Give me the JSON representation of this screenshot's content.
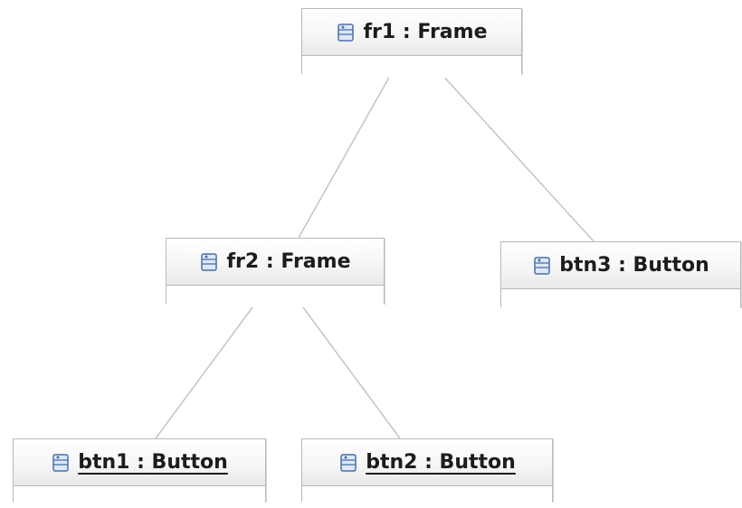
{
  "diagram": {
    "nodes": [
      {
        "id": "fr1",
        "label": "fr1 : Frame",
        "icon": "class-instance-icon",
        "underlined": false
      },
      {
        "id": "fr2",
        "label": "fr2 : Frame",
        "icon": "class-instance-icon",
        "underlined": false
      },
      {
        "id": "btn3",
        "label": "btn3 : Button",
        "icon": "class-instance-icon",
        "underlined": false
      },
      {
        "id": "btn1",
        "label": "btn1 : Button",
        "icon": "class-instance-icon",
        "underlined": true
      },
      {
        "id": "btn2",
        "label": "btn2 : Button",
        "icon": "class-instance-icon",
        "underlined": true
      }
    ],
    "links": [
      {
        "from": "fr1",
        "to": "fr2"
      },
      {
        "from": "fr1",
        "to": "btn3"
      },
      {
        "from": "fr2",
        "to": "btn1"
      },
      {
        "from": "fr2",
        "to": "btn2"
      }
    ],
    "colors": {
      "border": "#b9b9b9",
      "connector": "#c4c4c4",
      "icon_stroke": "#4a6fa8",
      "icon_fill": "#dde8f7"
    }
  }
}
